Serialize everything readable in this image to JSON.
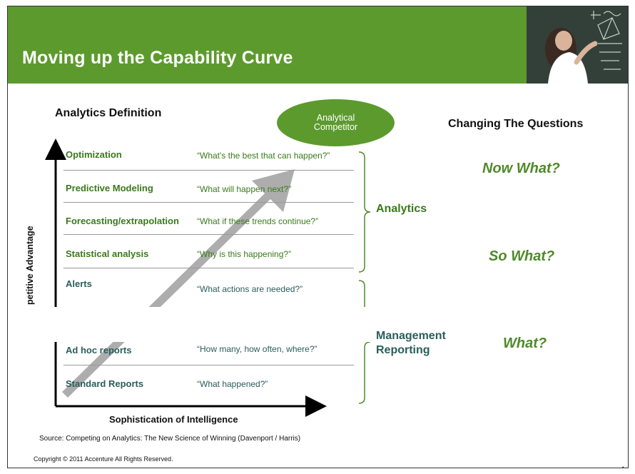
{
  "slide": {
    "title": "Moving up the Capability Curve",
    "definition_heading": "Analytics Definition",
    "oval_line1": "Analytical",
    "oval_line2": "Competitor",
    "questions_heading": "Changing The Questions",
    "rows": [
      {
        "label": "Optimization",
        "question": "“What's the best that can happen?”"
      },
      {
        "label": "Predictive Modeling",
        "question": "“What will happen next?”"
      },
      {
        "label": "Forecasting/extrapolation",
        "question": "“What if these trends continue?”"
      },
      {
        "label": "Statistical analysis",
        "question": "“Why is this happening?”"
      },
      {
        "label": "Alerts",
        "question": "“What actions are needed?”"
      },
      {
        "label": "Ad hoc reports",
        "question": "“How many, how often, where?”"
      },
      {
        "label": "Standard Reports",
        "question": "“What happened?”"
      }
    ],
    "group_analytics": "Analytics",
    "group_mgmt_line1": "Management",
    "group_mgmt_line2": "Reporting",
    "now_what": "Now What?",
    "so_what": "So What?",
    "what": "What?",
    "y_axis_label": "petitive Advantage",
    "x_axis_label": "Sophistication of Intelligence",
    "source": "Source: Competing on Analytics: The New Science of Winning (Davenport / Harris)",
    "copyright": "Copyright © 2011 Accenture All Rights Reserved.",
    "page_number": "1",
    "colors": {
      "green": "#5c9a2e",
      "text_green": "#3a7a1c",
      "teal": "#2a5e5a"
    }
  }
}
